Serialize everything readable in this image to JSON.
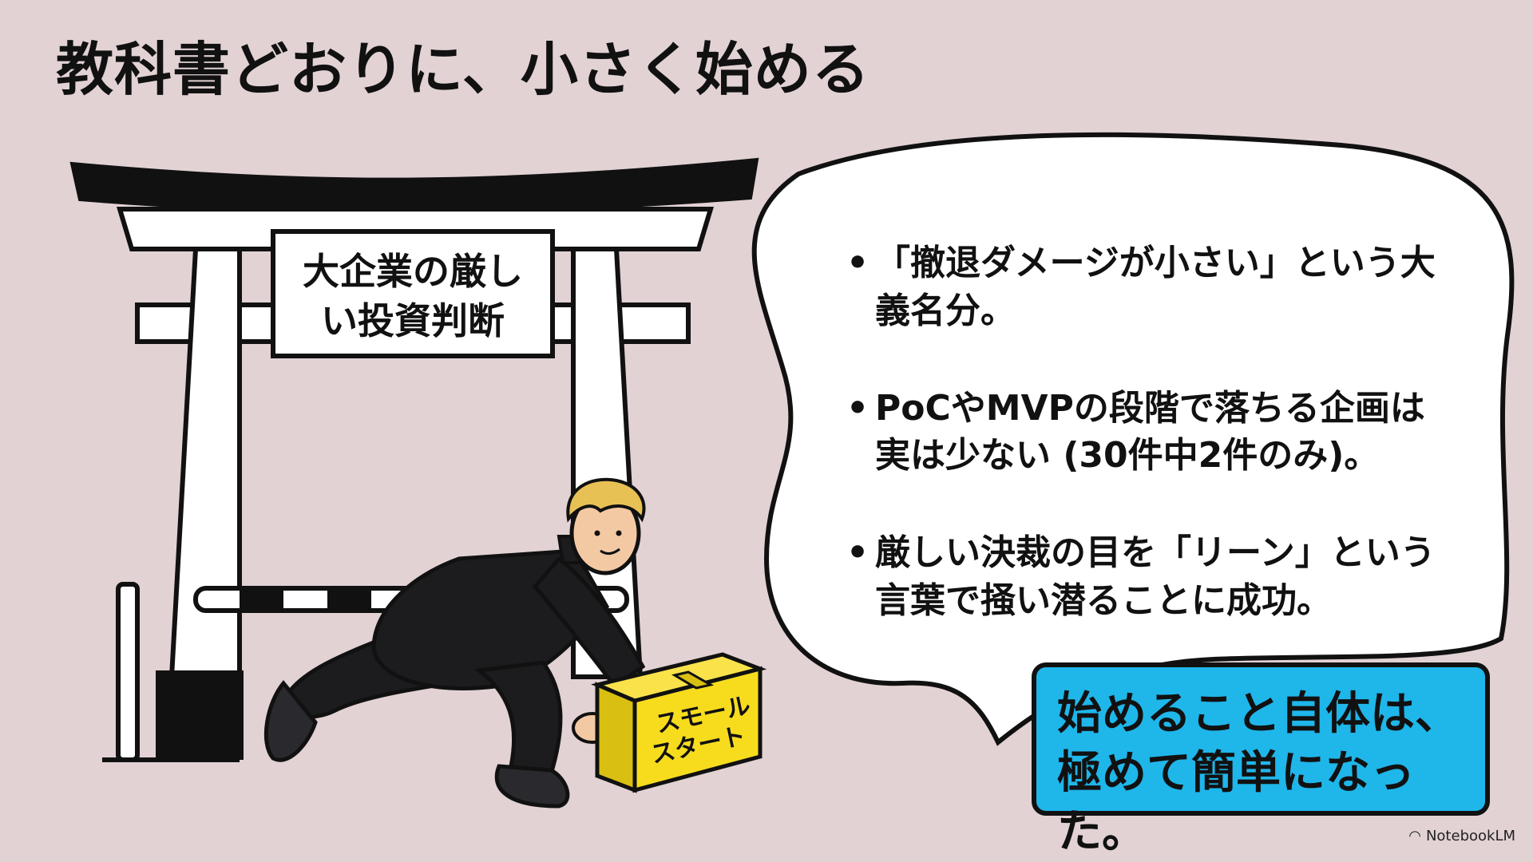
{
  "slide": {
    "title": "教科書どおりに、小さく始める",
    "gate_sign": {
      "line1": "大企業の厳し",
      "line2": "い投資判断"
    },
    "box_label": {
      "line1": "スモール",
      "line2": "スタート"
    },
    "bullets": [
      "「撤退ダメージが小さい」という大義名分。",
      "PoCやMVPの段階で落ちる企画は実は少ない (30件中2件のみ)。",
      "厳しい決裁の目を「リーン」という言葉で掻い潜ることに成功。"
    ],
    "callout": "始めること自体は、\n極めて簡単になった。",
    "brand": "NotebookLM"
  },
  "colors": {
    "background": "#e2d2d4",
    "callout": "#1fb6ea",
    "box": "#f7dc1e",
    "ink": "#111111"
  }
}
